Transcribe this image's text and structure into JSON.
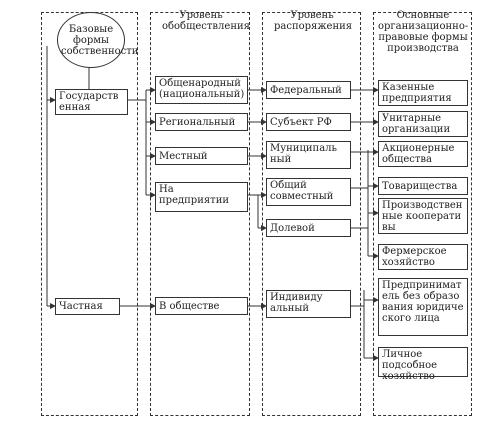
{
  "columns": {
    "ownership": {
      "header": "Базовые формы собственности"
    },
    "socialization": {
      "header": "Уровень обобществления"
    },
    "disposal": {
      "header": "Уровень распоряжения"
    },
    "legal_forms": {
      "header": "Основные организационно-правовые формы производства"
    }
  },
  "ownership": {
    "state": "Государственная",
    "private": "Частная"
  },
  "socialization": {
    "national": "Общенародный (национальный)",
    "regional": "Региональный",
    "local": "Местный",
    "enterprise": "На предприятии",
    "society": "В обществе"
  },
  "disposal": {
    "federal": "Федеральный",
    "subject": "Субъект РФ",
    "municipal": "Муниципальный",
    "joint": "Общий совместный",
    "shared": "Долевой",
    "individual": "Индивидуальный"
  },
  "legal_forms": {
    "state_enterprises": "Казенные предприятия",
    "unitary": "Унитарные организации",
    "joint_stock": "Акционерные общества",
    "partnerships": "Товарищества",
    "cooperatives": "Производственные кооперативы",
    "farm": "Фермерское хозяйство",
    "entrepreneur": "Предприниматель без образования юридического лица",
    "household": "Личное подсобное хозяйство"
  }
}
